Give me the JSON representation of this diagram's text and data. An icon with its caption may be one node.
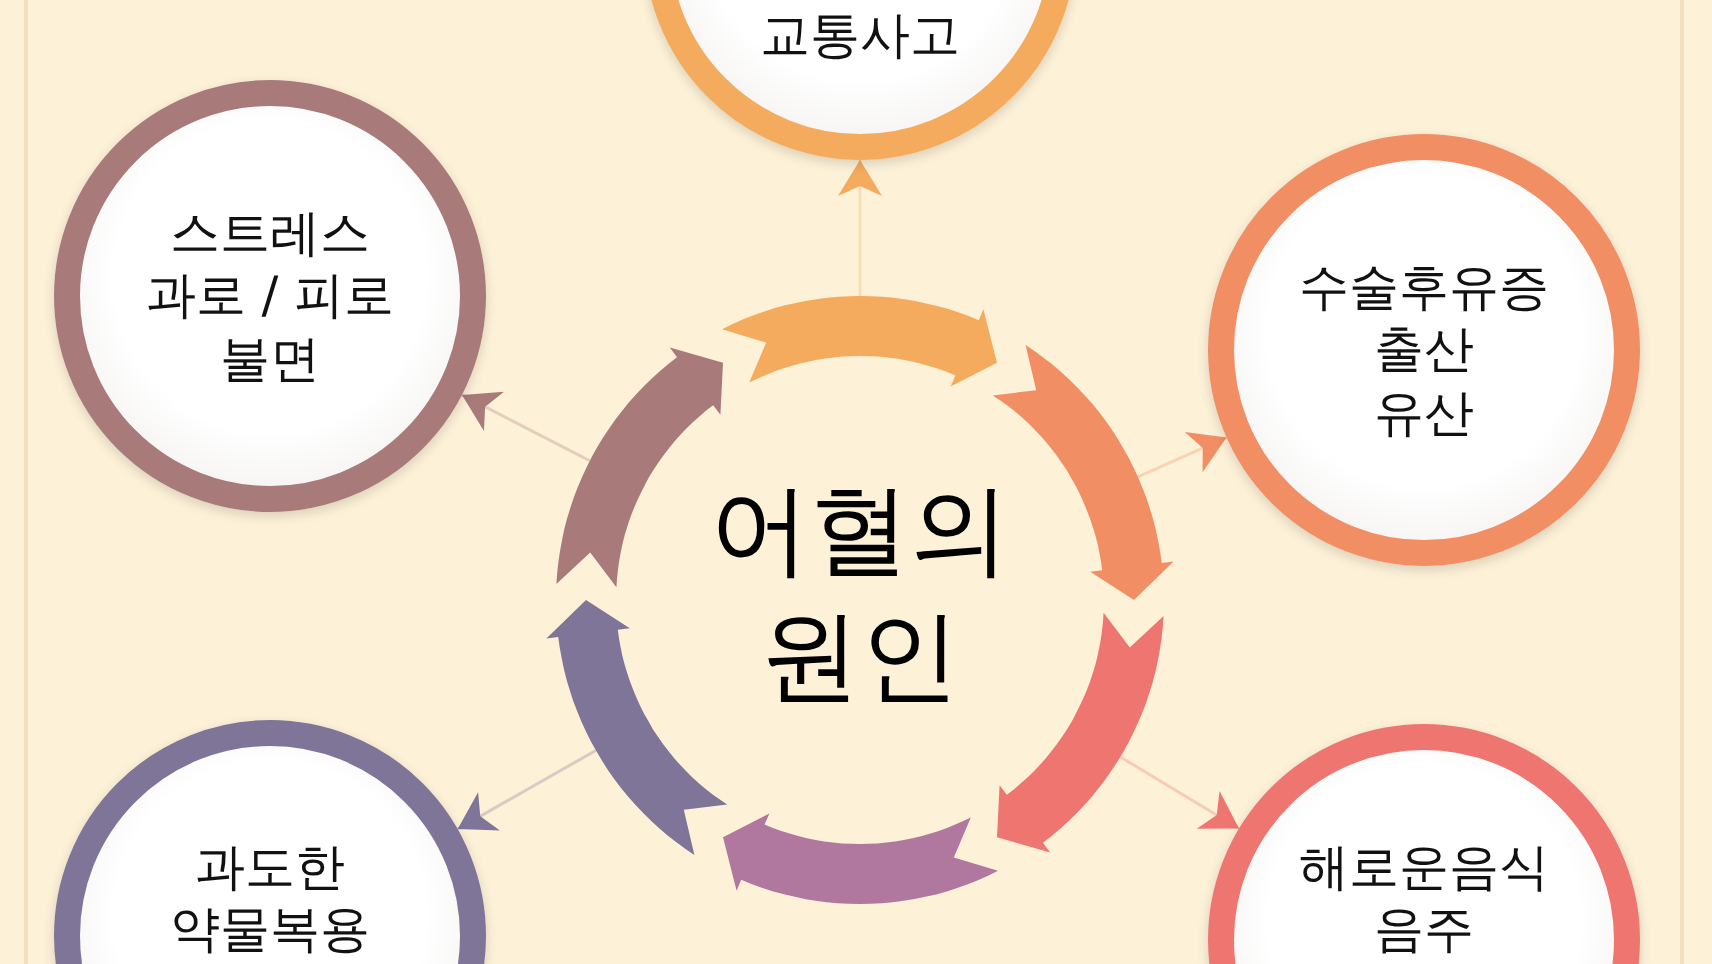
{
  "diagram": {
    "nodes": [
      {
        "text": [
          "어혈의 원인"
        ]
      },
      {
        "text": [
          "교통사고"
        ]
      },
      {
        "text": [
          "스트레스",
          "과로 / 피로",
          "불면"
        ]
      },
      {
        "text": [
          "수술후유증",
          "출산",
          "유산"
        ]
      },
      {
        "text": [
          "과도한 약물복용"
        ]
      },
      {
        "text": [
          "해로운음식",
          "음주"
        ]
      }
    ],
    "edges": [
      {
        "from": 0,
        "to": 1,
        "arrow": "to",
        "color": "#f5ab5e"
      },
      {
        "from": 0,
        "to": 2,
        "arrow": "to",
        "color": "#a87b7a"
      },
      {
        "from": 0,
        "to": 3,
        "arrow": "to",
        "color": "#f28e64"
      },
      {
        "from": 0,
        "to": 4,
        "arrow": "to",
        "color": "#7e7598"
      },
      {
        "from": 0,
        "to": 5,
        "arrow": "to",
        "color": "#ee7570"
      }
    ]
  }
}
